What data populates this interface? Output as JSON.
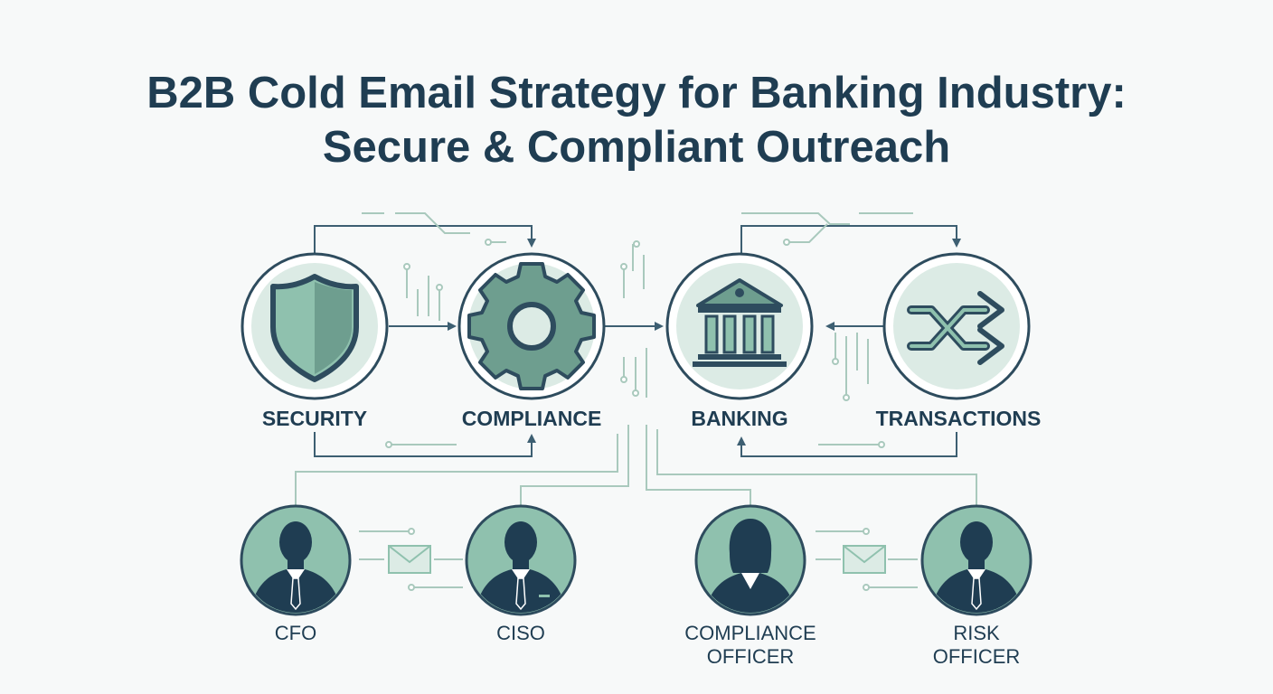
{
  "title": {
    "line1": "B2B Cold Email Strategy for Banking Industry:",
    "line2": "Secure & Compliant Outreach"
  },
  "concepts": [
    {
      "label": "SECURITY",
      "icon": "shield-icon"
    },
    {
      "label": "COMPLIANCE",
      "icon": "gear-icon"
    },
    {
      "label": "BANKING",
      "icon": "bank-icon"
    },
    {
      "label": "TRANSACTIONS",
      "icon": "shuffle-icon"
    }
  ],
  "roles": [
    {
      "line1": "CFO",
      "line2": "",
      "icon": "male-avatar-icon"
    },
    {
      "line1": "CISO",
      "line2": "",
      "icon": "male-avatar-icon"
    },
    {
      "line1": "COMPLIANCE",
      "line2": "OFFICER",
      "icon": "female-avatar-icon"
    },
    {
      "line1": "RISK",
      "line2": "OFFICER",
      "icon": "male-avatar-icon"
    }
  ],
  "connectors": [
    "envelope-icon",
    "envelope-icon"
  ],
  "colors": {
    "navy": "#1f3d52",
    "teal": "#6e9e8f",
    "mint": "#8fc1ae",
    "line": "#3d5f72",
    "ring": "#2e4c5e",
    "light": "#a9c9bd"
  }
}
